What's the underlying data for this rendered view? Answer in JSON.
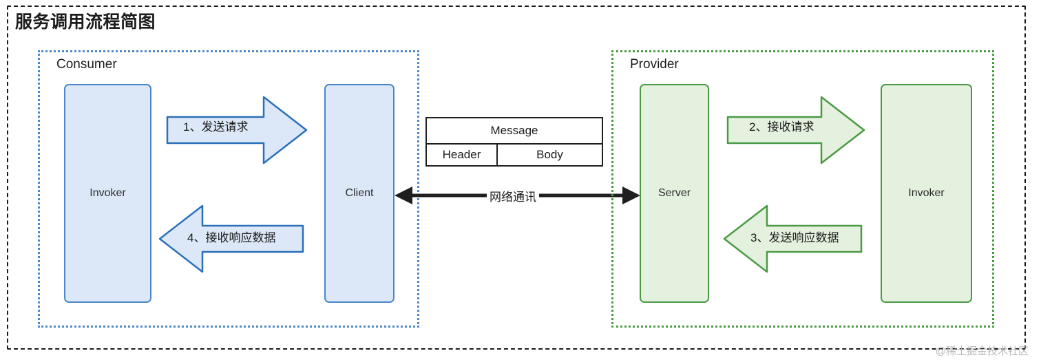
{
  "diagram": {
    "title": "服务调用流程简图",
    "watermark": "@稀土掘金技术社区"
  },
  "colors": {
    "consumer_border": "#4a86c8",
    "consumer_fill": "#dce8f7",
    "provider_border": "#4a9a44",
    "provider_fill": "#e4f1de",
    "frame": "#1a1a1a",
    "table_border": "#1f1f1f"
  },
  "groups": {
    "consumer": {
      "label": "Consumer",
      "nodes": {
        "invoker": "Invoker",
        "client": "Client"
      }
    },
    "provider": {
      "label": "Provider",
      "nodes": {
        "server": "Server",
        "invoker": "Invoker"
      }
    }
  },
  "arrows": [
    {
      "id": "1",
      "label": "1、发送请求",
      "direction": "right",
      "color": "blue"
    },
    {
      "id": "4",
      "label": "4、接收响应数据",
      "direction": "left",
      "color": "blue"
    },
    {
      "id": "2",
      "label": "2、接收请求",
      "direction": "right",
      "color": "green"
    },
    {
      "id": "3",
      "label": "3、发送响应数据",
      "direction": "left",
      "color": "green"
    }
  ],
  "message": {
    "title": "Message",
    "header": "Header",
    "body": "Body"
  },
  "network": {
    "label": "网络通讯"
  }
}
